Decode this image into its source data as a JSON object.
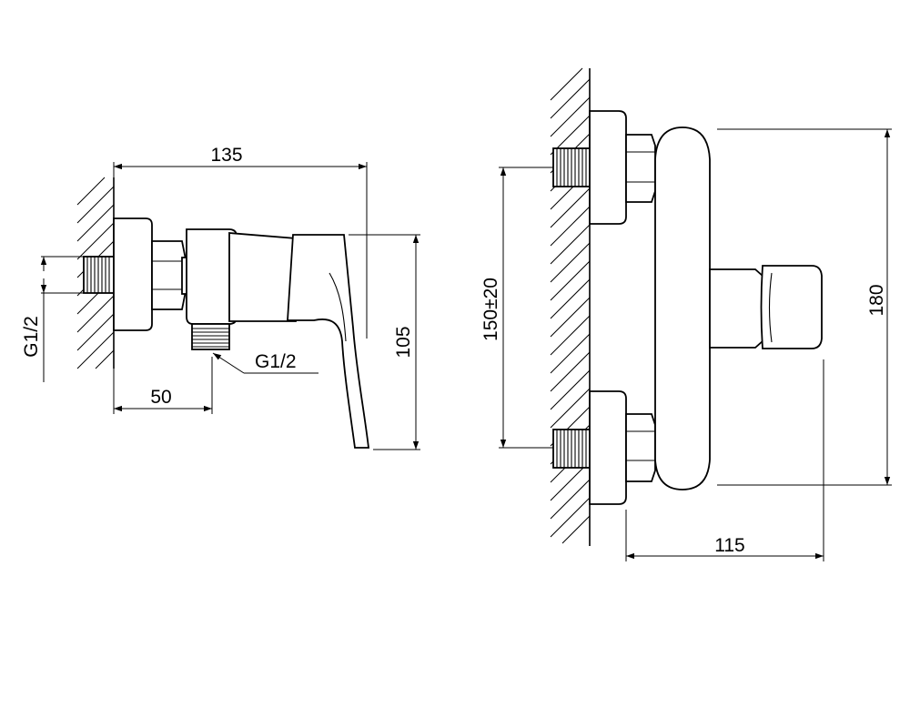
{
  "drawing": {
    "side_view": {
      "overall_length": "135",
      "outlet_offset": "50",
      "height": "105",
      "inlet_thread": "G1/2",
      "outlet_thread": "G1/2"
    },
    "front_view": {
      "inlet_spacing": "150±20",
      "overall_height": "180",
      "depth": "115"
    }
  }
}
